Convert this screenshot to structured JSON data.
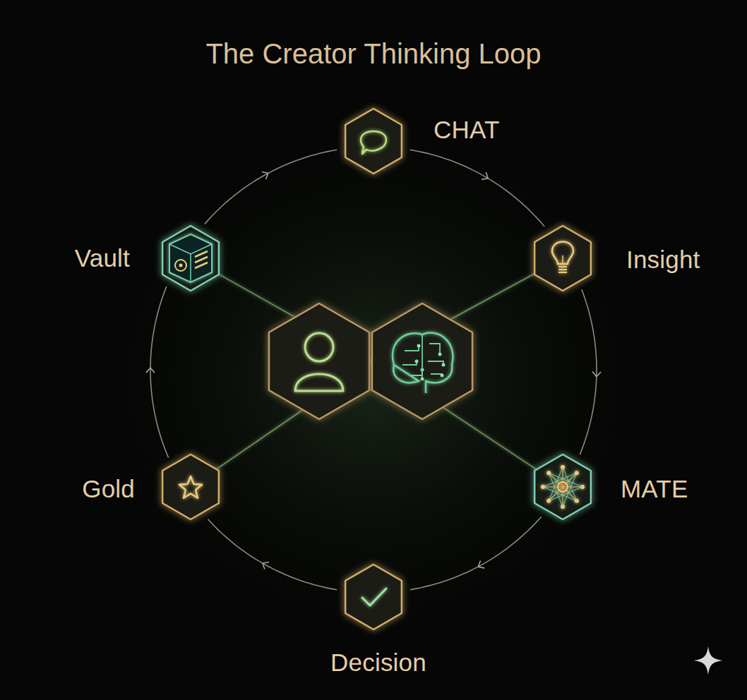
{
  "diagram": {
    "title": "The Creator Thinking Loop",
    "nodes": [
      {
        "text": [
          "CHAT"
        ]
      },
      {
        "text": [
          "Insight"
        ]
      },
      {
        "text": [
          "MATE"
        ]
      },
      {
        "text": [
          "Decision"
        ]
      },
      {
        "text": [
          "Gold"
        ]
      },
      {
        "text": [
          "Vault"
        ]
      }
    ],
    "edges": [
      {
        "from": 0,
        "to": 1,
        "arrow": "to"
      },
      {
        "from": 1,
        "to": 2,
        "arrow": "to"
      },
      {
        "from": 2,
        "to": 3,
        "arrow": "to"
      },
      {
        "from": 3,
        "to": 4,
        "arrow": "to"
      },
      {
        "from": 4,
        "to": 5,
        "arrow": "to"
      },
      {
        "from": 5,
        "to": 0,
        "arrow": "to"
      }
    ]
  }
}
